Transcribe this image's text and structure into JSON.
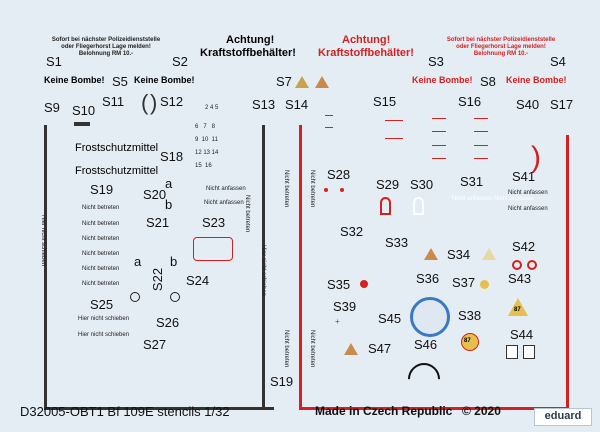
{
  "header": {
    "left_warning": "Sofort bei nächster Polizeidienststelle oder Fliegerhorst Lage melden! Belohnung RM 10.-",
    "left_achtung_1": "Achtung!",
    "left_achtung_2": "Kraftstoffbehälter!",
    "right_achtung_1": "Achtung!",
    "right_achtung_2": "Kraftstoffbehälter!",
    "right_warning": "Sofort bei nächster Polizeidienststelle oder Fliegerhorst Lage melden! Belohnung RM 10.-"
  },
  "stencils": {
    "s1": "S1",
    "s2": "S2",
    "s3": "S3",
    "s4": "S4",
    "s5": "S5",
    "s7": "S7",
    "s8": "S8",
    "s9": "S9",
    "s10": "S10",
    "s11": "S11",
    "s12": "S12",
    "s13": "S13",
    "s14": "S14",
    "s15": "S15",
    "s16": "S16",
    "s17": "S17",
    "s18": "S18",
    "s19": "S19",
    "s19b": "S19",
    "s20": "S20",
    "s21": "S21",
    "s22": "S22",
    "s23": "S23",
    "s24": "S24",
    "s25": "S25",
    "s26": "S26",
    "s27": "S27",
    "s28": "S28",
    "s29": "S29",
    "s30": "S30",
    "s31": "S31",
    "s32": "S32",
    "s33": "S33",
    "s34": "S34",
    "s35": "S35",
    "s36": "S36",
    "s37": "S37",
    "s38": "S38",
    "s39": "S39",
    "s40": "S40",
    "s41": "S41",
    "s42": "S42",
    "s43": "S43",
    "s44": "S44",
    "s45": "S45",
    "s46": "S46",
    "s47": "S47"
  },
  "texts": {
    "keine_bombe": "Keine Bombe!",
    "frostschutzmittel": "Frostschutzmittel",
    "nicht_betreten": "Nicht betreten",
    "nicht_anfassen": "Nicht anfassen",
    "hier_nicht_schieben": "Hier nicht schieben",
    "a": "a",
    "b": "b",
    "num_87": "87"
  },
  "footer": {
    "code": "D32005-OBT1 Bf 109E stencils 1/32",
    "made_in": "Made in Czech Republic",
    "copyright": "© 2020",
    "brand": "eduard"
  },
  "colors": {
    "background": "#e5edf4",
    "red": "#d42020",
    "black": "#111111",
    "white": "#ffffff"
  }
}
